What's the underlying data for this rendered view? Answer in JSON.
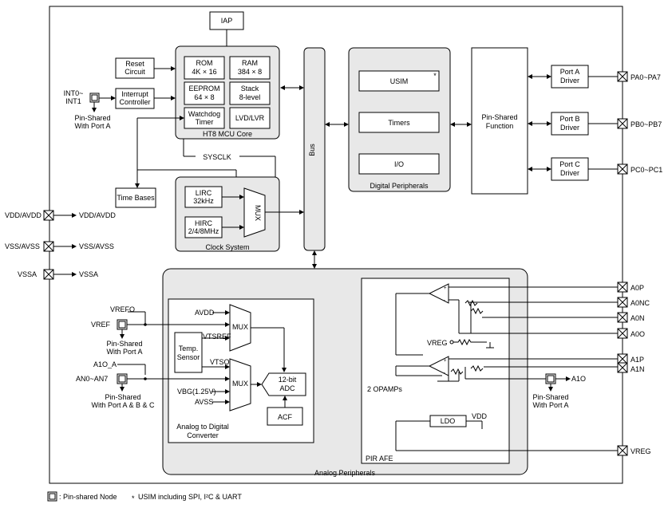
{
  "top": {
    "iap": "IAP",
    "reset": [
      "Reset",
      "Circuit"
    ],
    "interrupt": [
      "Interrupt",
      "Controller"
    ],
    "int_pin": [
      "INT0~",
      "INT1"
    ],
    "int_pin_note": [
      "Pin-Shared",
      "With Port A"
    ],
    "rom": [
      "ROM",
      "4K × 16"
    ],
    "ram": [
      "RAM",
      "384 × 8"
    ],
    "eeprom": [
      "EEPROM",
      "64 × 8"
    ],
    "stack": [
      "Stack",
      "8-level"
    ],
    "watchdog": [
      "Watchdog",
      "Timer"
    ],
    "lvd": "LVD/LVR",
    "mcu_core": "HT8 MCU Core",
    "sysclk": "SYSCLK",
    "time_bases": "Time Bases",
    "lirc": [
      "LIRC",
      "32kHz"
    ],
    "hirc": [
      "HIRC",
      "2/4/8MHz"
    ],
    "mux": "MUX",
    "clock_system": "Clock System",
    "bus": "Bus"
  },
  "digital": {
    "usim": "USIM",
    "usim_mark": "*",
    "timers": "Timers",
    "io": "I/O",
    "label": "Digital Peripherals",
    "pin_shared": [
      "Pin-Shared",
      "Function"
    ],
    "port_a": [
      "Port A",
      "Driver"
    ],
    "port_b": [
      "Port B",
      "Driver"
    ],
    "port_c": [
      "Port C",
      "Driver"
    ],
    "pa": "PA0~PA7",
    "pb": "PB0~PB7",
    "pc": "PC0~PC1"
  },
  "power": {
    "vdd_pin": "VDD/AVDD",
    "vdd_sig": "VDD/AVDD",
    "vss_pin": "VSS/AVSS",
    "vss_sig": "VSS/AVSS",
    "vssa_pin": "VSSA",
    "vssa_sig": "VSSA"
  },
  "analog": {
    "vrefo": "VREFO",
    "vref": "VREF",
    "vref_note": [
      "Pin-Shared",
      "With Port A"
    ],
    "avdd": "AVDD",
    "vtsref": "VTSREF",
    "temp": [
      "Temp.",
      "Sensor"
    ],
    "vtso": "VTSO",
    "a1o_a": "A1O_A",
    "an_pin": "AN0~AN7",
    "an_note": [
      "Pin-Shared",
      "With Port A & B & C"
    ],
    "vbg": "VBG(1.25V)",
    "avss": "AVSS",
    "adc": [
      "12-bit",
      "ADC"
    ],
    "acf": "ACF",
    "adc_label": [
      "Analog to Digital",
      "Converter"
    ],
    "mux": "MUX",
    "opamps": "2  OPAMPs",
    "vreg_int": "VREG",
    "ldo": "LDO",
    "vdd_ldo": "VDD",
    "pir_afe": "PIR AFE",
    "label": "Analog Peripherals",
    "a0p": "A0P",
    "a0nc": "A0NC",
    "a0n": "A0N",
    "a0o": "A0O",
    "a1p": "A1P",
    "a1n": "A1N",
    "a1o": "A1O",
    "a1o_note": [
      "Pin-Shared",
      "With Port A"
    ],
    "vreg": "VREG"
  },
  "legend": {
    "pin_node": ": Pin-shared Node",
    "usim_note": "USIM including SPI, I²C & UART",
    "usim_star": "*"
  }
}
